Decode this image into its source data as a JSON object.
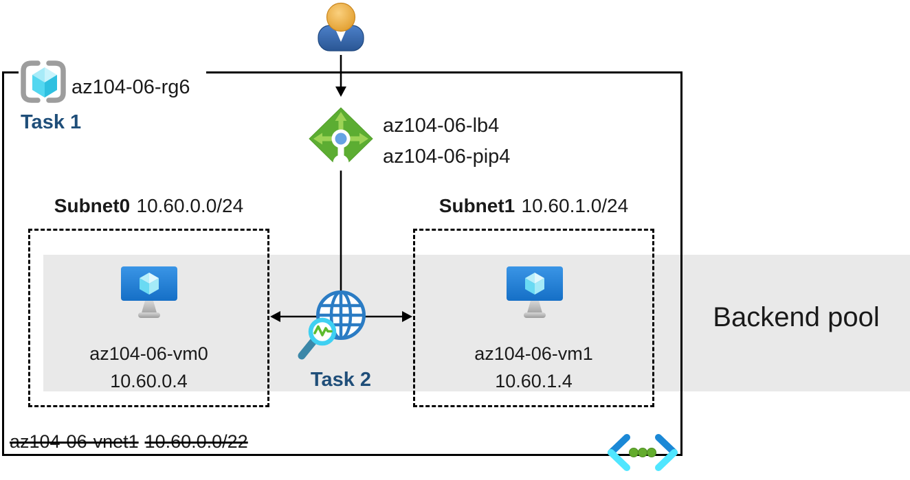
{
  "resource_group": {
    "name": "az104-06-rg6",
    "task_label": "Task 1"
  },
  "load_balancer": {
    "name": "az104-06-lb4",
    "public_ip_name": "az104-06-pip4"
  },
  "subnets": [
    {
      "name": "Subnet0",
      "cidr": "10.60.0.0/24",
      "vm": {
        "name": "az104-06-vm0",
        "ip": "10.60.0.4"
      }
    },
    {
      "name": "Subnet1",
      "cidr": "10.60.1.0/24",
      "vm": {
        "name": "az104-06-vm1",
        "ip": "10.60.1.4"
      }
    }
  ],
  "monitor": {
    "task_label": "Task 2"
  },
  "backend_pool": {
    "label": "Backend pool"
  },
  "vnet": {
    "name": "az104-06-vnet1",
    "cidr": "10.60.0.0/22"
  },
  "icons": {
    "user": "user-icon",
    "resource_group": "resource-group-icon",
    "load_balancer": "load-balancer-icon",
    "virtual_machine": "virtual-machine-icon",
    "network_monitor": "globe-monitor-icon",
    "virtual_network": "virtual-network-icon"
  },
  "colors": {
    "task_text": "#1f4e79",
    "backend_band": "#e9e9e9",
    "lb_diamond_green": "#5cad32",
    "lb_arrow_green": "#9cd355",
    "cube_cyan": "#50d7f0",
    "vm_monitor_blue": "#1f7cd4",
    "vnet_bracket_blue": "#1b88d6",
    "vnet_bracket_cyan": "#50e6ff",
    "vnet_dot_green": "#63ac2d",
    "globe_blue": "#2b7cc4",
    "magnifier_cyan": "#3fd0f2",
    "pulse_green": "#5dbb2f"
  }
}
